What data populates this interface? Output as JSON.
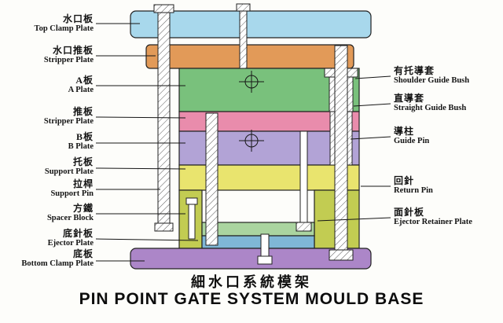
{
  "titles": {
    "zh": "細水口系統模架",
    "en": "PIN POINT GATE SYSTEM MOULD BASE"
  },
  "left_labels": [
    {
      "zh": "水口板",
      "en": "Top Clamp Plate"
    },
    {
      "zh": "水口推板",
      "en": "Stripper Plate"
    },
    {
      "zh": "A板",
      "en": "A Plate"
    },
    {
      "zh": "推板",
      "en": "Stripper Plate"
    },
    {
      "zh": "B板",
      "en": "B Plate"
    },
    {
      "zh": "托板",
      "en": "Support Plate"
    },
    {
      "zh": "拉桿",
      "en": "Support Pin"
    },
    {
      "zh": "方鐵",
      "en": "Spacer Block"
    },
    {
      "zh": "底針板",
      "en": "Ejector Plate"
    },
    {
      "zh": "底板",
      "en": "Bottom Clamp Plate"
    }
  ],
  "right_labels": [
    {
      "zh": "有托導套",
      "en": "Shoulder Guide Bush"
    },
    {
      "zh": "直導套",
      "en": "Straight Guide Bush"
    },
    {
      "zh": "導柱",
      "en": "Guide Pin"
    },
    {
      "zh": "回針",
      "en": "Return Pin"
    },
    {
      "zh": "面針板",
      "en": "Ejector Retainer Plate"
    }
  ],
  "colors": {
    "top_clamp_plate": "#a8d8ec",
    "stripper_plate_top": "#e29a58",
    "a_plate": "#79c17c",
    "stripper_plate_mid": "#e98cac",
    "b_plate": "#b2a3d6",
    "support_plate": "#e9e46e",
    "spacer_block": "#c2cc52",
    "ejector_retainer_plate": "#aad4a0",
    "ejector_plate": "#7fb7d6",
    "bottom_clamp_plate": "#ac86c8"
  }
}
